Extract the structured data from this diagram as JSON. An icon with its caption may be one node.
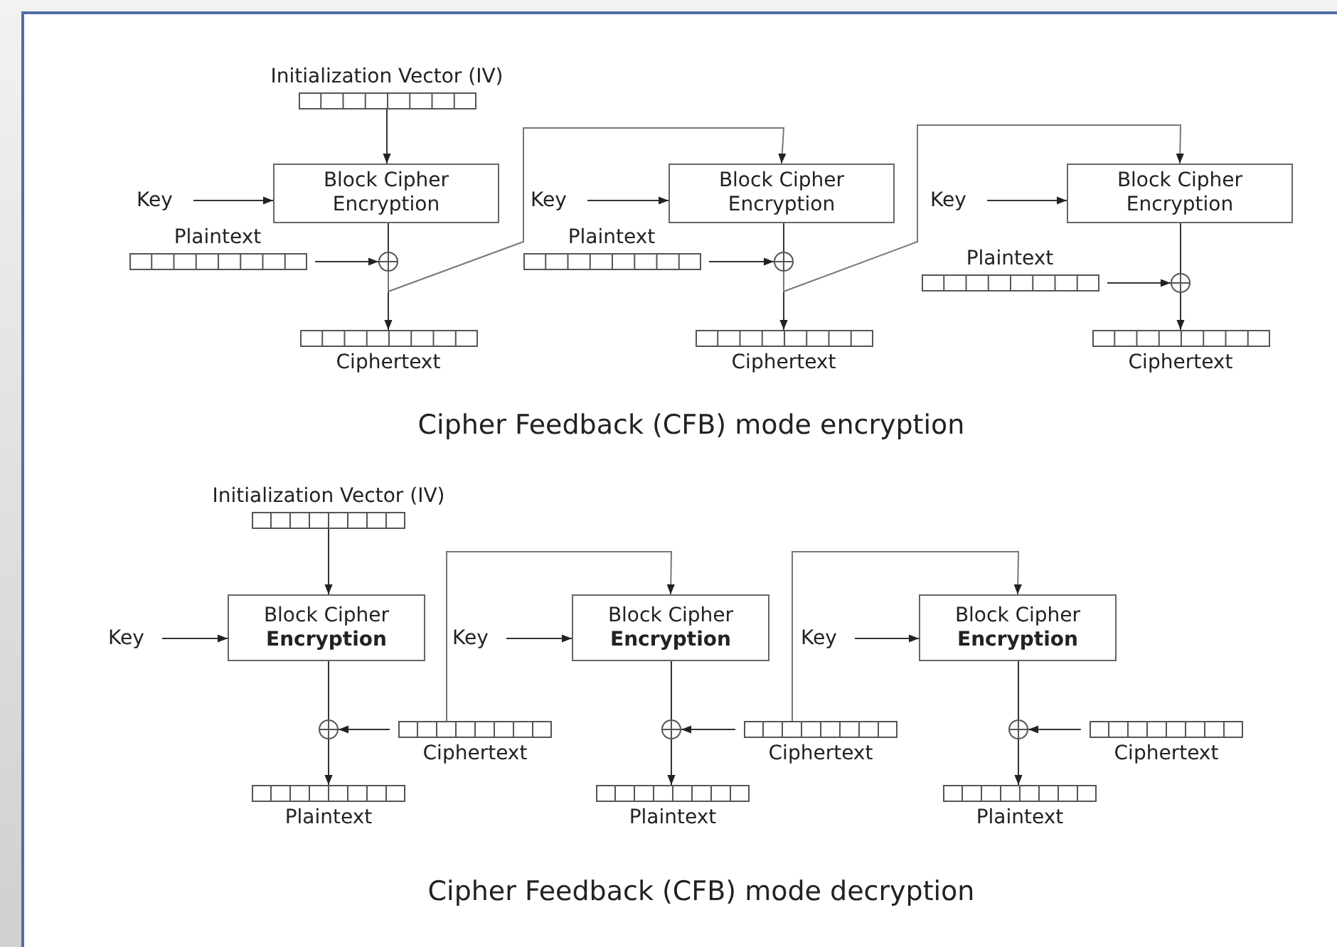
{
  "diagram": {
    "nodes": [
      {
        "text": [
          "Initialization Vector (IV)"
        ]
      },
      {
        "text": [
          "Key"
        ]
      },
      {
        "text": [
          "Block Cipher Encryption"
        ]
      },
      {
        "text": [
          "Key"
        ]
      },
      {
        "text": [
          "Block Cipher Encryption"
        ]
      },
      {
        "text": [
          "Key"
        ]
      },
      {
        "text": [
          "Block Cipher Encryption"
        ]
      },
      {
        "text": [
          "Plaintext"
        ]
      },
      {
        "text": [],
        "shape": "circle"
      },
      {
        "text": [
          "Plaintext"
        ]
      },
      {
        "text": [],
        "shape": "circle"
      },
      {
        "text": [
          "Plaintext"
        ]
      },
      {
        "text": [],
        "shape": "circle"
      },
      {
        "text": [
          "Ciphertext"
        ]
      },
      {
        "text": [
          "Ciphertext"
        ]
      },
      {
        "text": [
          "Ciphertext"
        ]
      },
      {
        "text": [
          "Initialization Vector (IV)"
        ]
      },
      {
        "text": [
          "Key"
        ]
      },
      {
        "text": [
          "Block Cipher **Encryption**"
        ]
      },
      {
        "text": [
          "Key"
        ]
      },
      {
        "text": [
          "Block Cipher **Encryption**"
        ]
      },
      {
        "text": [
          "Key"
        ]
      },
      {
        "text": [
          "Block Cipher **Encryption**"
        ]
      },
      {
        "text": [],
        "shape": "circle"
      },
      {
        "text": [
          "Ciphertext"
        ]
      },
      {
        "text": [],
        "shape": "circle"
      },
      {
        "text": [
          "Ciphertext"
        ]
      },
      {
        "text": [],
        "shape": "circle"
      },
      {
        "text": [
          "Ciphertext"
        ]
      },
      {
        "text": [
          "Plaintext"
        ]
      },
      {
        "text": [
          "Plaintext"
        ]
      },
      {
        "text": [
          "Plaintext"
        ]
      }
    ],
    "edges": [
      {
        "from": 0,
        "to": 2,
        "arrow": "to"
      },
      {
        "from": 1,
        "to": 2,
        "arrow": "to"
      },
      {
        "from": 3,
        "to": 4,
        "arrow": "to"
      },
      {
        "from": 5,
        "to": 6,
        "arrow": "to"
      },
      {
        "from": 2,
        "to": 8,
        "arrow": "none"
      },
      {
        "from": 7,
        "to": 8,
        "arrow": "to"
      },
      {
        "from": 8,
        "to": 13,
        "arrow": "to"
      },
      {
        "from": 8,
        "to": 4,
        "arrow": "to"
      },
      {
        "from": 4,
        "to": 10,
        "arrow": "none"
      },
      {
        "from": 9,
        "to": 10,
        "arrow": "to"
      },
      {
        "from": 10,
        "to": 14,
        "arrow": "to"
      },
      {
        "from": 10,
        "to": 6,
        "arrow": "to"
      },
      {
        "from": 6,
        "to": 12,
        "arrow": "none"
      },
      {
        "from": 11,
        "to": 12,
        "arrow": "to"
      },
      {
        "from": 12,
        "to": 15,
        "arrow": "to"
      },
      {
        "from": 16,
        "to": 18,
        "arrow": "to"
      },
      {
        "from": 17,
        "to": 18,
        "arrow": "to"
      },
      {
        "from": 19,
        "to": 20,
        "arrow": "to"
      },
      {
        "from": 21,
        "to": 22,
        "arrow": "to"
      },
      {
        "from": 18,
        "to": 23,
        "arrow": "none"
      },
      {
        "from": 24,
        "to": 23,
        "arrow": "to"
      },
      {
        "from": 23,
        "to": 29,
        "arrow": "to"
      },
      {
        "from": 24,
        "to": 20,
        "arrow": "to"
      },
      {
        "from": 20,
        "to": 25,
        "arrow": "none"
      },
      {
        "from": 26,
        "to": 25,
        "arrow": "to"
      },
      {
        "from": 25,
        "to": 30,
        "arrow": "to"
      },
      {
        "from": 26,
        "to": 22,
        "arrow": "to"
      },
      {
        "from": 22,
        "to": 27,
        "arrow": "none"
      },
      {
        "from": 28,
        "to": 27,
        "arrow": "to"
      },
      {
        "from": 27,
        "to": 31,
        "arrow": "to"
      }
    ],
    "labels": [
      "Cipher Feedback (CFB) mode encryption",
      "Cipher Feedback (CFB) mode decryption"
    ]
  }
}
